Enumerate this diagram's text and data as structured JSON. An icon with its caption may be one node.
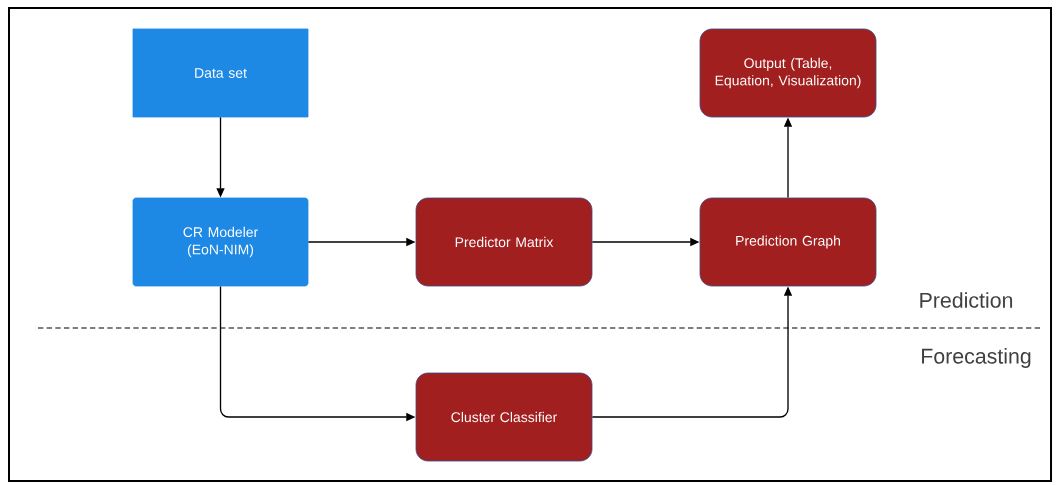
{
  "diagram": {
    "nodes": [
      {
        "text": [
          "Data set"
        ]
      },
      {
        "text": [
          "CR Modeler (EoN-NIM)"
        ]
      },
      {
        "text": [
          "Predictor Matrix"
        ]
      },
      {
        "text": [
          "Prediction Graph"
        ]
      },
      {
        "text": [
          "Output (Table, Equation, Visualization)"
        ]
      },
      {
        "text": [
          "Cluster Classifier"
        ]
      }
    ],
    "edges": [
      {
        "from": 0,
        "to": 1,
        "arrow": "to"
      },
      {
        "from": 1,
        "to": 2,
        "arrow": "to"
      },
      {
        "from": 2,
        "to": 3,
        "arrow": "to"
      },
      {
        "from": 3,
        "to": 4,
        "arrow": "to"
      },
      {
        "from": 1,
        "to": 5,
        "arrow": "to"
      },
      {
        "from": 5,
        "to": 3,
        "arrow": "to"
      }
    ],
    "labels": [
      "Prediction",
      "Forecasting"
    ]
  }
}
